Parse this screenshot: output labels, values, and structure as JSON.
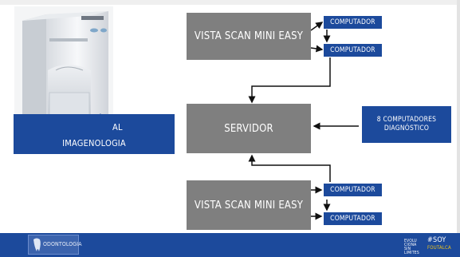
{
  "left_label": {
    "line1": "AL",
    "line2": "IMAGENOLOGIA"
  },
  "scanner_top": {
    "label": "VISTA SCAN MINI EASY"
  },
  "server": {
    "label": "SERVIDOR"
  },
  "scanner_bottom": {
    "label": "VISTA SCAN MINI EASY"
  },
  "computers": {
    "top_1": "COMPUTADOR",
    "top_2": "COMPUTADOR",
    "bottom_1": "COMPUTADOR",
    "bottom_2": "COMPUTADOR"
  },
  "diagnostic": {
    "line1": "8 COMPUTADORES",
    "line2": "DIAGNÓSTICO"
  },
  "footer": {
    "logo_text": "ODONTOLOGIA",
    "evo_lines": [
      "EVOLU",
      "CIONA",
      "SIN",
      "LIMITES"
    ],
    "soy": "#SOY",
    "foutalca": "FOUTALCA"
  },
  "colors": {
    "brand_blue": "#1c4a9c",
    "box_gray": "#7f7f7f",
    "accent_yellow": "#f0c419"
  }
}
